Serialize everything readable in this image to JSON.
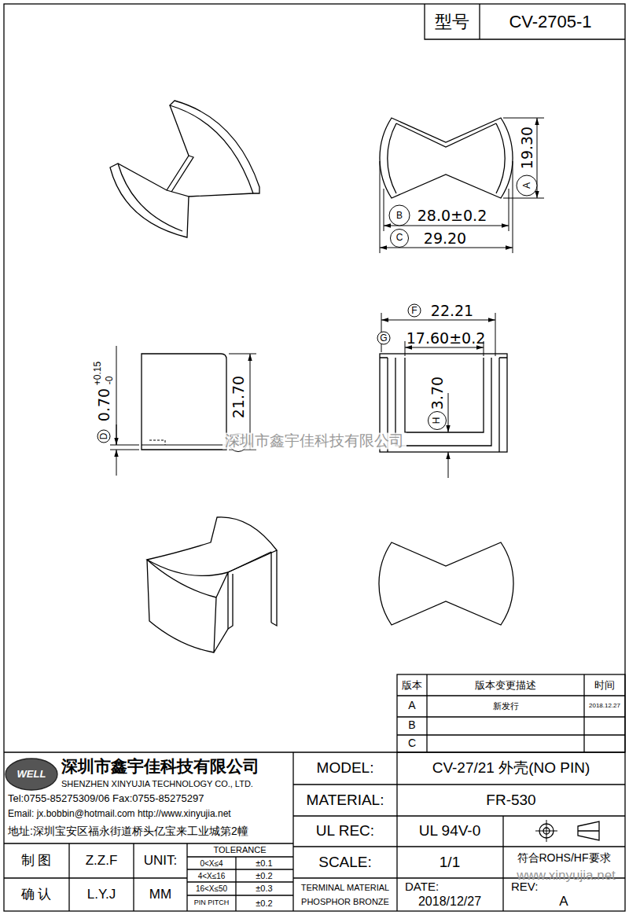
{
  "diagram": {
    "labels": [
      "型号",
      "CV-2705-1",
      "19.30",
      "A",
      "B",
      "28.0±0.2",
      "C",
      "29.20",
      "F",
      "22.21",
      "G",
      "17.60±0.2",
      "H",
      "3.70",
      "D",
      "0.70",
      "+0.15",
      "-0",
      "E",
      "21.70",
      "深圳市鑫宇佳科技有限公司",
      "版本",
      "版本变更描述",
      "时间",
      "A",
      "新发行",
      "2018.12.27",
      "B",
      "C",
      "深圳市鑫宇佳科技有限公司",
      "SHENZHEN XINYUJIA TECHNOLOGY CO., LTD.",
      "Tel:0755-85275309/06 Fax:0755-85275297",
      "Email: jx.bobbin@hotmail.com http://www.xinyujia.net",
      "地址:深圳宝安区福永街道桥头亿宝来工业城第2幢",
      "MODEL:",
      "CV-27/21 外壳(NO PIN)",
      "MATERIAL:",
      "FR-530",
      "UL REC:",
      "UL 94V-0",
      "SCALE:",
      "1/1",
      "符合ROHS/HF要求",
      "制 图",
      "Z.Z.F",
      "UNIT:",
      "确 认",
      "L.Y.J",
      "MM",
      "TOLERANCE",
      "0<X≤4",
      "±0.1",
      "4<X≤16",
      "±0.2",
      "16<X≤50",
      "±0.3",
      "PIN PITCH",
      "±0.2",
      "TERMINAL MATERIAL",
      "PHOSPHOR BRONZE",
      "DATE:",
      "2018/12/27",
      "REV:",
      "A",
      "www.xinyujia.net",
      "WELL"
    ]
  }
}
